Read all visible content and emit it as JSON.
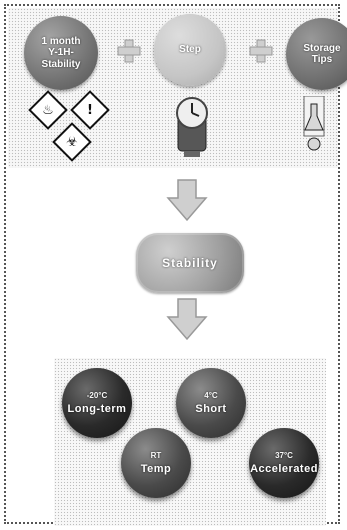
{
  "top_row": {
    "circle_1": {
      "line1": "1 month",
      "line2": "Y-1H-",
      "line3": "Stability",
      "hazard_icons": [
        "flammable-icon",
        "exclamation-icon",
        "health-hazard-icon"
      ]
    },
    "circle_2": {
      "line1": "Step"
    },
    "circle_3": {
      "line1": "Storage",
      "line2": "Tips"
    }
  },
  "middle": {
    "step_label": "Stability"
  },
  "bottom": {
    "result_1": {
      "top": "-20°C",
      "main": "Long-term"
    },
    "result_2": {
      "top": "4°C",
      "main": "Short"
    },
    "result_3": {
      "top": "RT",
      "main": "Temp"
    },
    "result_4": {
      "top": "37°C",
      "main": "Accelerated"
    }
  },
  "icons": {
    "plus_left": "plus-icon",
    "plus_right": "plus-icon",
    "arrow_down_1": "arrow-down-icon",
    "arrow_down_2": "arrow-down-icon",
    "clock": "clock-icon",
    "flask": "flask-icon"
  }
}
